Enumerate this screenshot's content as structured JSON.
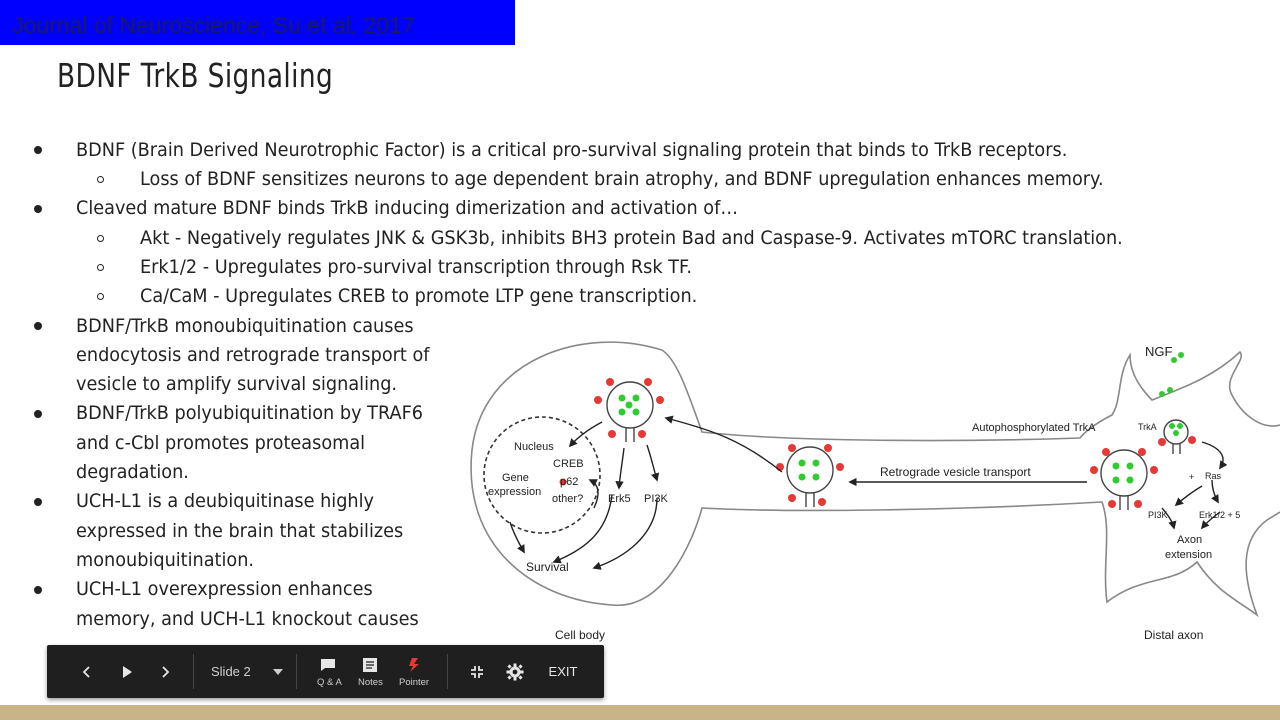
{
  "source_banner": "Journal of Neuroscience, Su et al, 2017",
  "slide": {
    "title": "BDNF TrkB Signaling",
    "bullets": [
      "BDNF (Brain Derived Neurotrophic Factor) is a critical pro-survival signaling protein that binds to TrkB receptors.",
      "Loss of BDNF sensitizes neurons to age dependent brain atrophy, and BDNF upregulation enhances memory.",
      "Cleaved mature BDNF binds TrkB inducing dimerization and activation of…",
      "Akt - Negatively regulates JNK & GSK3b, inhibits BH3 protein Bad and Caspase-9. Activates mTORC translation.",
      "Erk1/2 - Upregulates pro-survival transcription through Rsk TF.",
      "Ca/CaM - Upregulates CREB to promote LTP gene transcription.",
      "BDNF/TrkB monoubiquitination causes",
      "endocytosis and retrograde transport of",
      "vesicle to amplify survival signaling.",
      "BDNF/TrkB polyubiquitination by TRAF6",
      "and c-Cbl promotes proteasomal",
      "degradation.",
      "UCH-L1 is a deubiquitinase highly",
      "expressed in the brain that stabilizes",
      "monoubiquitination.",
      "UCH-L1 overexpression enhances",
      "memory, and UCH-L1 knockout causes"
    ]
  },
  "figure": {
    "labels": {
      "ngf": "NGF",
      "autophos": "Autophosphorylated TrkA",
      "trka": "TrkA",
      "nucleus": "Nucleus",
      "creb": "CREB",
      "gene_expression_1": "Gene",
      "gene_expression_2": "expression",
      "p62": "p62",
      "other": "other?",
      "erk5": "Erk5",
      "pi3k_left": "PI3K",
      "survival": "Survival",
      "retrograde": "Retrograde vesicle transport",
      "ras": "Ras",
      "pi3k_right": "PI3K",
      "erk": "Erk1/2 + 5",
      "axon_ext_1": "Axon",
      "axon_ext_2": "extension",
      "plus": "+",
      "cell_body": "Cell body",
      "distal_axon": "Distal axon"
    }
  },
  "toolbar": {
    "prev_icon": "chevron-left-icon",
    "play_icon": "play-icon",
    "next_icon": "chevron-right-icon",
    "slide_select": "Slide 2",
    "qa_label": "Q & A",
    "notes_label": "Notes",
    "pointer_label": "Pointer",
    "exit_label": "EXIT",
    "pointer_color": "#e53935"
  },
  "colors": {
    "banner_bg": "#0000ff",
    "banner_text": "#1b1b5c",
    "ubiquitin_red": "#e53935",
    "ngf_green": "#2ecc2e",
    "toolbar_bg": "#1f1f1f",
    "footer_bar": "#c9b48a"
  }
}
